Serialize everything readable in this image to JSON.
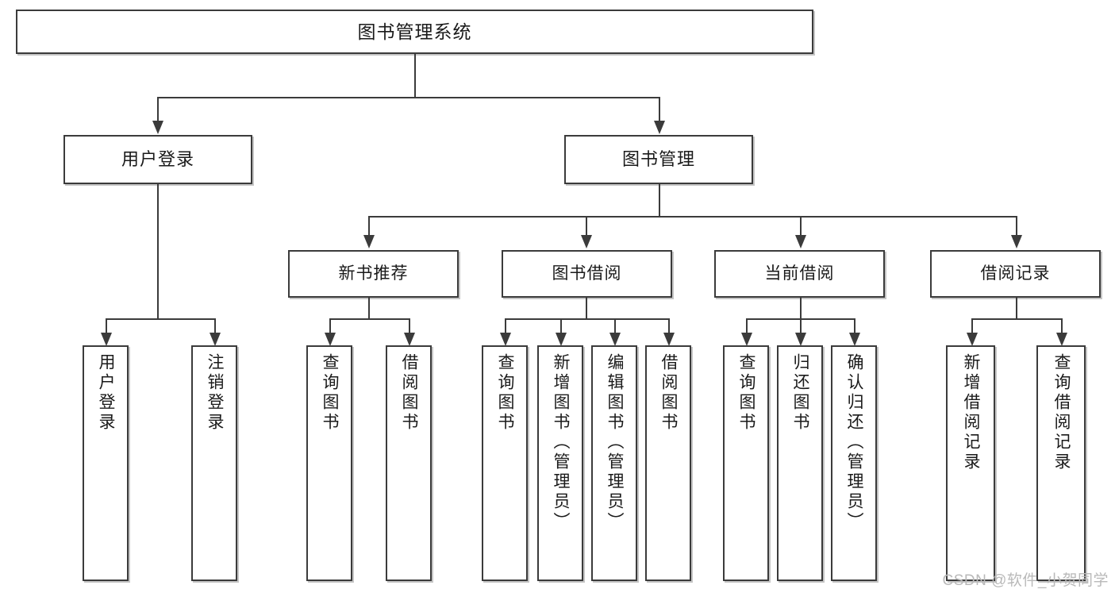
{
  "diagram": {
    "title": "图书管理系统",
    "type": "hierarchy-tree",
    "background_color": "#ffffff",
    "line_color": "#3b3b3b",
    "box_fill": "#ffffff"
  },
  "root": {
    "label": "图书管理系统"
  },
  "level1": [
    {
      "label": "用户登录"
    },
    {
      "label": "图书管理"
    }
  ],
  "level2": [
    {
      "label": "新书推荐"
    },
    {
      "label": "图书借阅"
    },
    {
      "label": "当前借阅"
    },
    {
      "label": "借阅记录"
    }
  ],
  "leaves": {
    "user_login": [
      {
        "label": "用户登录"
      },
      {
        "label": "注销登录"
      }
    ],
    "new_book_recommend": [
      {
        "label": "查询图书"
      },
      {
        "label": "借阅图书"
      }
    ],
    "book_borrow": [
      {
        "label": "查询图书"
      },
      {
        "label": "新增图书（管理员）"
      },
      {
        "label": "编辑图书（管理员）"
      },
      {
        "label": "借阅图书"
      }
    ],
    "current_borrow": [
      {
        "label": "查询图书"
      },
      {
        "label": "归还图书"
      },
      {
        "label": "确认归还（管理员）"
      }
    ],
    "borrow_record": [
      {
        "label": "新增借阅记录"
      },
      {
        "label": "查询借阅记录"
      }
    ]
  },
  "watermark": {
    "text": "CSDN @软件_小贺同学"
  }
}
